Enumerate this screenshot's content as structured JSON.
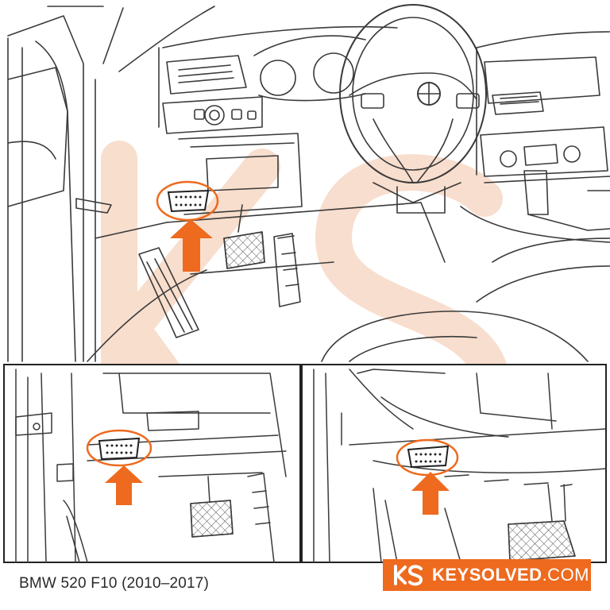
{
  "caption": "BMW 520 F10 (2010–2017)",
  "brand": {
    "name": "KEYSOLVED",
    "domain": ".COM",
    "logo_letters": "KS",
    "color": "#ee6a1e"
  },
  "colors": {
    "line": "#3a3a3a",
    "highlight": "#ee6a1e",
    "watermark": "#f7d6c1"
  }
}
